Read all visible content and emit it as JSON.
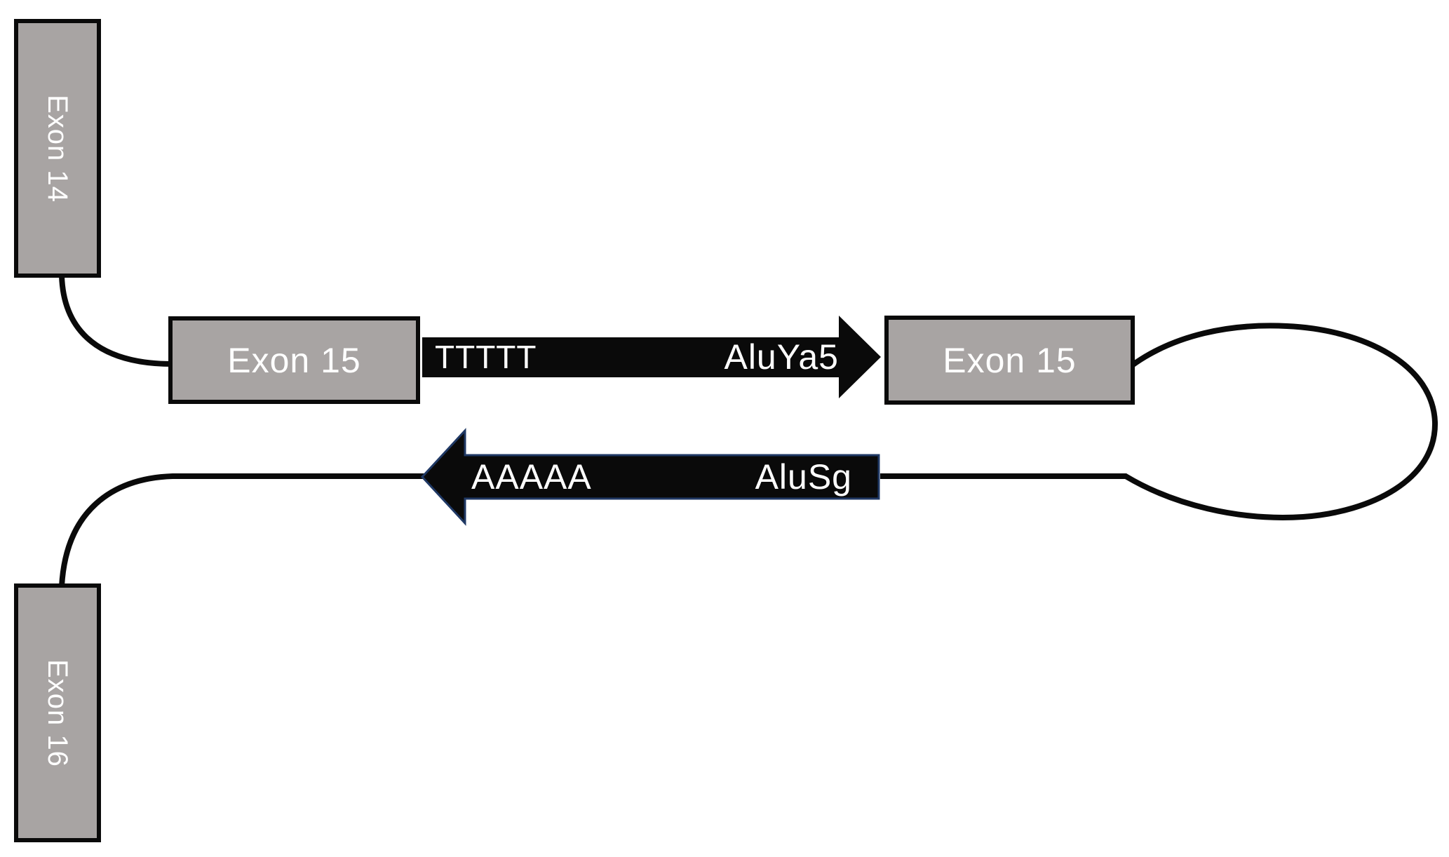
{
  "figure": {
    "description": "Alu element insertion diagram between exons",
    "background_color": "#ffffff",
    "colors": {
      "exon_fill": "#a8a4a3",
      "exon_border": "#0a0a0a",
      "exon_text": "#ffffff",
      "arrow_fill": "#0a0a0a",
      "arrow_text": "#ffffff",
      "alusg_outline": "#1f3864",
      "connector": "#0a0a0a"
    },
    "exon14": {
      "label": "Exon 14"
    },
    "exon15_left": {
      "label": "Exon 15"
    },
    "exon15_right": {
      "label": "Exon 15"
    },
    "exon16": {
      "label": "Exon 16"
    },
    "aluya5_arrow": {
      "direction": "right",
      "poly_t_label": "TTTTT",
      "name_label": "AluYa5"
    },
    "alusg_arrow": {
      "direction": "left",
      "poly_a_label": "AAAAA",
      "name_label": "AluSg"
    }
  }
}
